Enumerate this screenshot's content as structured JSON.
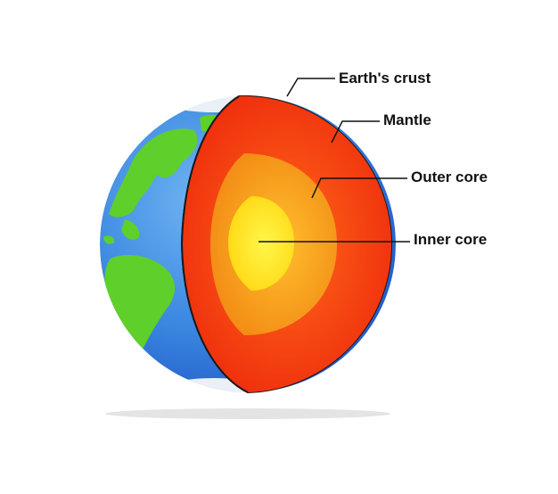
{
  "labels": {
    "crust": "Earth's crust",
    "mantle": "Mantle",
    "outer_core": "Outer core",
    "inner_core": "Inner core"
  },
  "colors": {
    "ocean": "#3a86e0",
    "land": "#5fcf2c",
    "ice": "#eaf0f6",
    "crust_edge": "#1a1a1a",
    "mantle": "#f2340f",
    "outer_core": "#f7a21e",
    "inner_core": "#fff01a",
    "leader_line": "#111111"
  }
}
